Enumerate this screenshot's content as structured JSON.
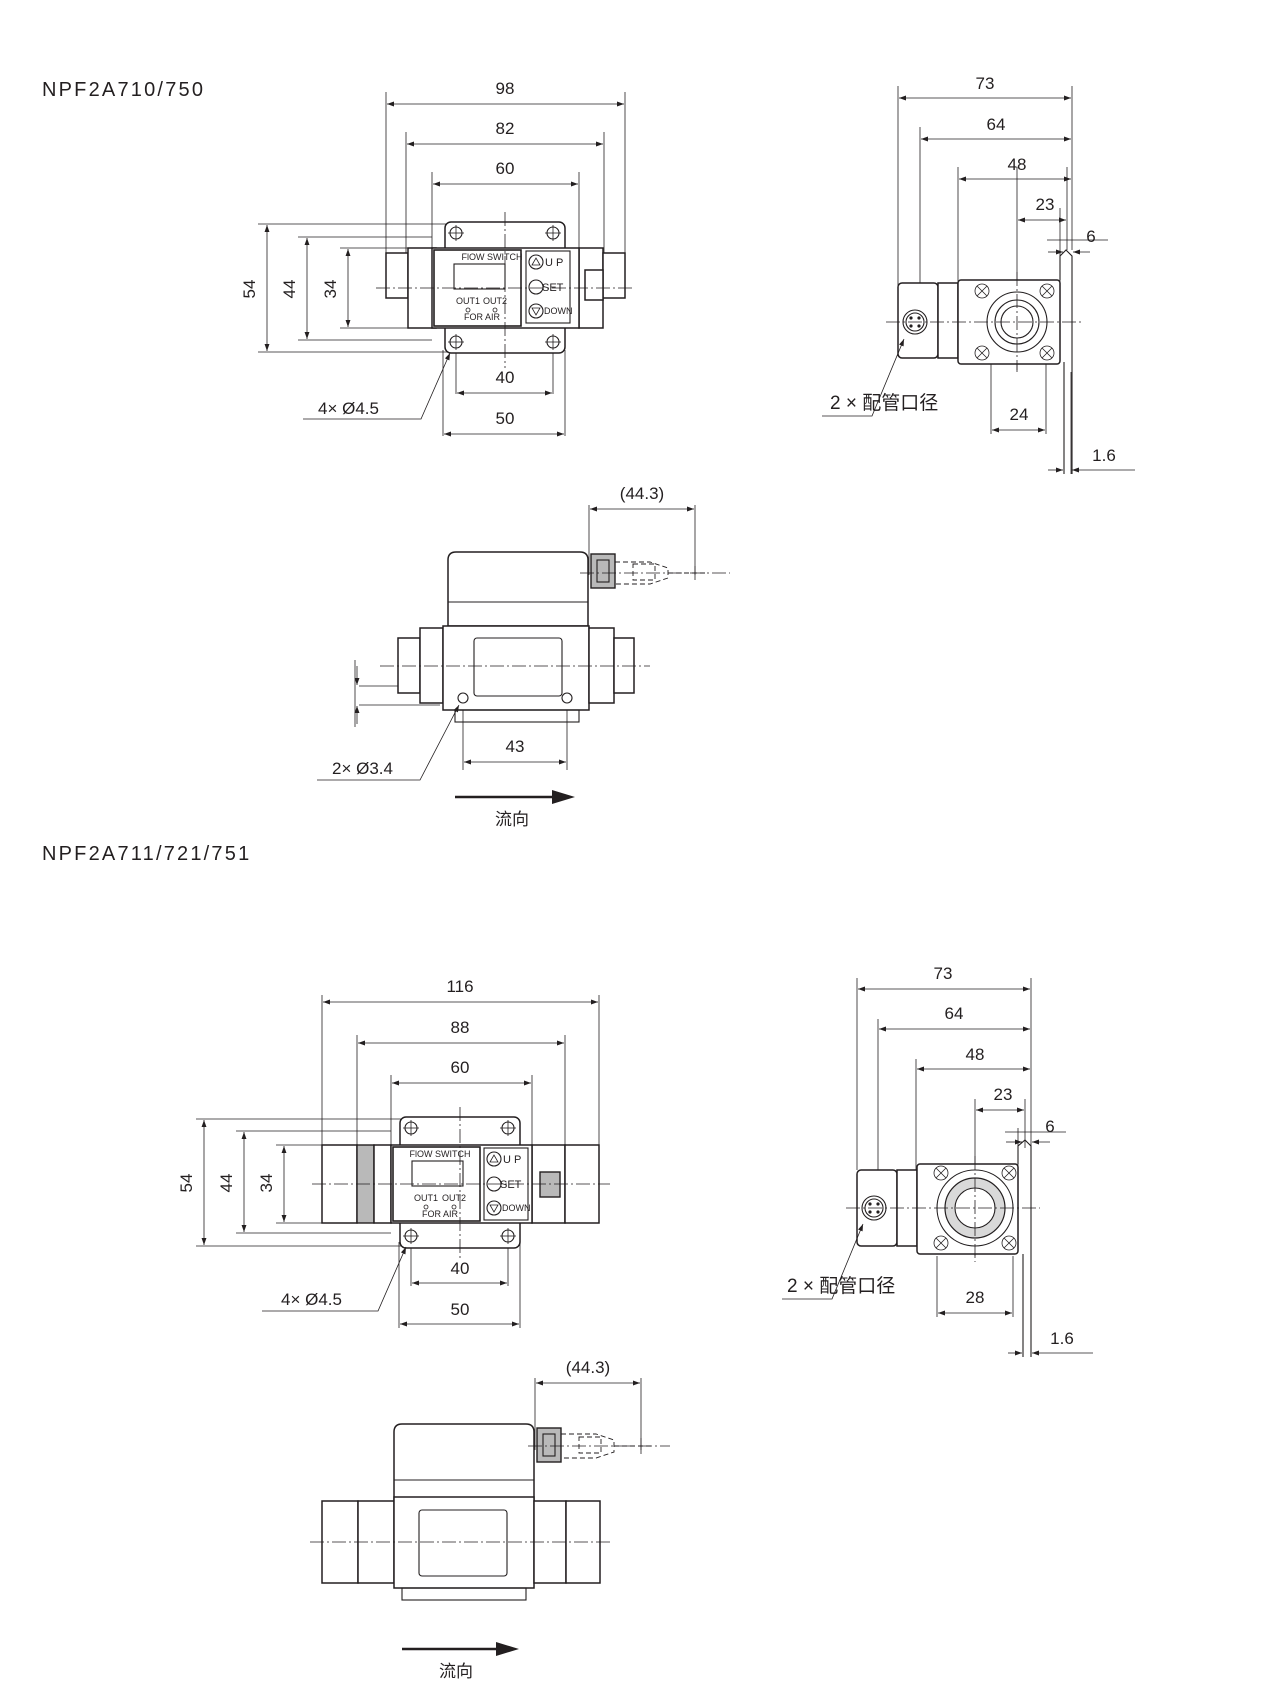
{
  "sections": [
    {
      "model": "NPF2A710/750",
      "front": {
        "dims": {
          "overall": "98",
          "mid": "82",
          "body": "60",
          "h_outer": "54",
          "h_mid": "44",
          "h_inner": "34",
          "hole_pitch": "40",
          "plate": "50"
        },
        "hole_note": "4× Ø4.5",
        "panel": {
          "title": "FlOW SWITCH",
          "up": "U P",
          "set": "SET",
          "down": "DOWN",
          "out1": "OUT1",
          "out2": "OUT2",
          "for_air": "FOR AIR"
        }
      },
      "side": {
        "dims": {
          "d73": "73",
          "d64": "64",
          "d48": "48",
          "d23": "23",
          "d6": "6",
          "d24": "24",
          "d1_6": "1.6"
        },
        "port_note": "2 × 配管口径"
      },
      "bottom": {
        "connector": "(44.3)",
        "d43": "43",
        "hole_note": "2× Ø3.4",
        "flow": "流向"
      }
    },
    {
      "model": "NPF2A711/721/751",
      "front": {
        "dims": {
          "overall": "116",
          "mid": "88",
          "body": "60",
          "h_outer": "54",
          "h_mid": "44",
          "h_inner": "34",
          "hole_pitch": "40",
          "plate": "50"
        },
        "hole_note": "4× Ø4.5",
        "panel": {
          "title": "FlOW SWITCH",
          "up": "U P",
          "set": "SET",
          "down": "DOWN",
          "out1": "OUT1",
          "out2": "OUT2",
          "for_air": "FOR AIR"
        }
      },
      "side": {
        "dims": {
          "d73": "73",
          "d64": "64",
          "d48": "48",
          "d23": "23",
          "d6": "6",
          "d28": "28",
          "d1_6": "1.6"
        },
        "port_note": "2 × 配管口径"
      },
      "bottom": {
        "connector": "(44.3)",
        "flow": "流向"
      }
    }
  ]
}
